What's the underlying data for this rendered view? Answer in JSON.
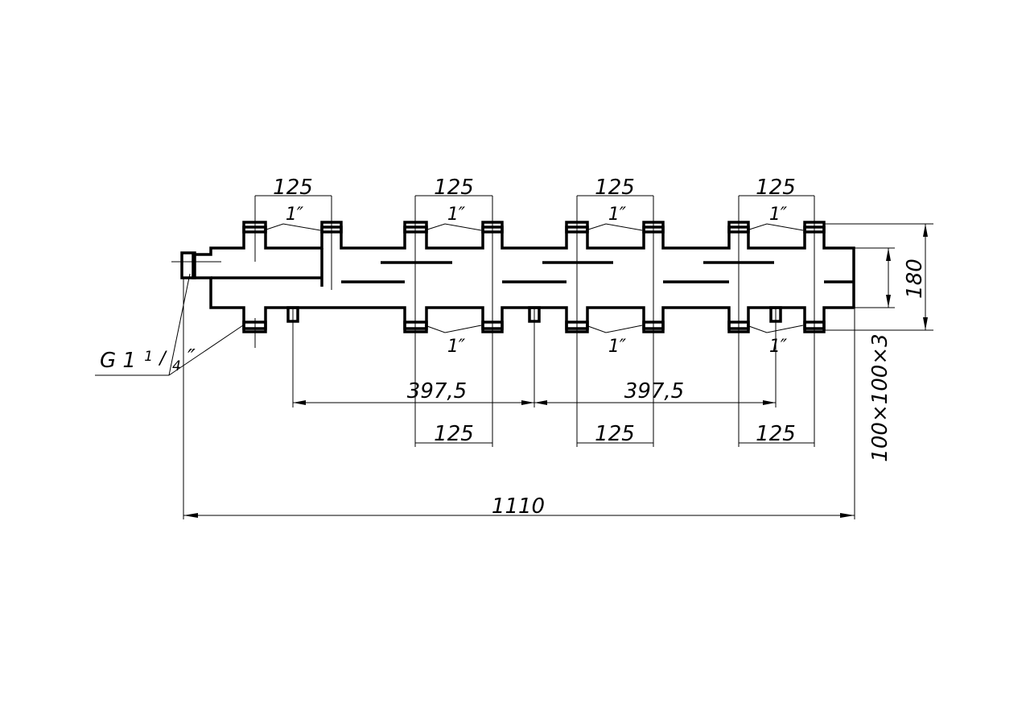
{
  "colors": {
    "line": "#000000",
    "background": "#ffffff"
  },
  "labels": {
    "top_spacing": [
      "125",
      "125",
      "125",
      "125"
    ],
    "top_thread": [
      "1″",
      "1″",
      "1″",
      "1″"
    ],
    "bottom_thread": [
      "1″",
      "1″",
      "1″"
    ],
    "inlet_thread_prefix": "G 1",
    "inlet_thread_num": "1",
    "inlet_thread_den": "4",
    "inlet_thread_suffix": "″",
    "lower_spacing_a": "397,5",
    "lower_spacing_b": "397,5",
    "bottom_spacing": [
      "125",
      "125",
      "125"
    ],
    "overall_length": "1110",
    "overall_height": "180",
    "profile_section": "100×100×3"
  }
}
